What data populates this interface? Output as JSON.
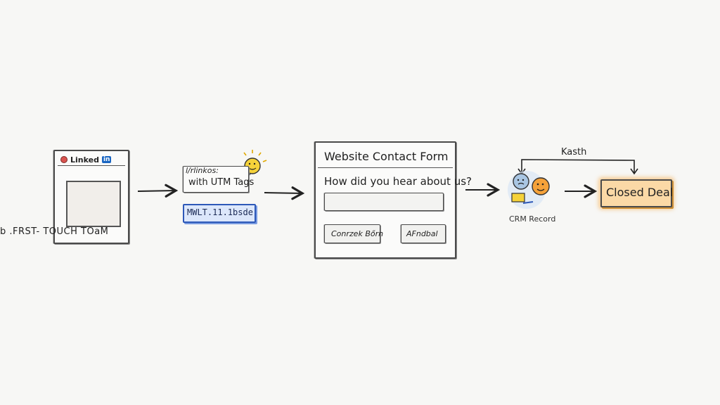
{
  "steps": {
    "linkedin": {
      "header_title": "Linked",
      "header_badge": "in",
      "caption": "b .FRST- TOUCH TOaM"
    },
    "utm": {
      "line1": "l/rlinkos:",
      "line2": "with UTM Tags",
      "url": "MWLT.11.1bsde"
    },
    "form": {
      "title": "Website Contact Form",
      "question": "How did you hear about us?",
      "input_value": "",
      "button_left": "Conrzek Bőrn",
      "button_right": "AFndbal"
    },
    "crm": {
      "label": "CRM Record"
    },
    "deal": {
      "label": "Closed Deal"
    }
  },
  "loop": {
    "label": "Kasth"
  },
  "colors": {
    "url_highlight": "#dce7fb",
    "url_border": "#2d58b8",
    "deal_fill": "#fbd9a6",
    "deal_glow": "#f5aa46",
    "linkedin_blue": "#1a66c2",
    "emoji_yellow": "#f5d23a"
  },
  "icons": [
    "sun-smiley-icon",
    "avatar-icon",
    "chat-smiley-icon",
    "arrow-right-icon"
  ]
}
